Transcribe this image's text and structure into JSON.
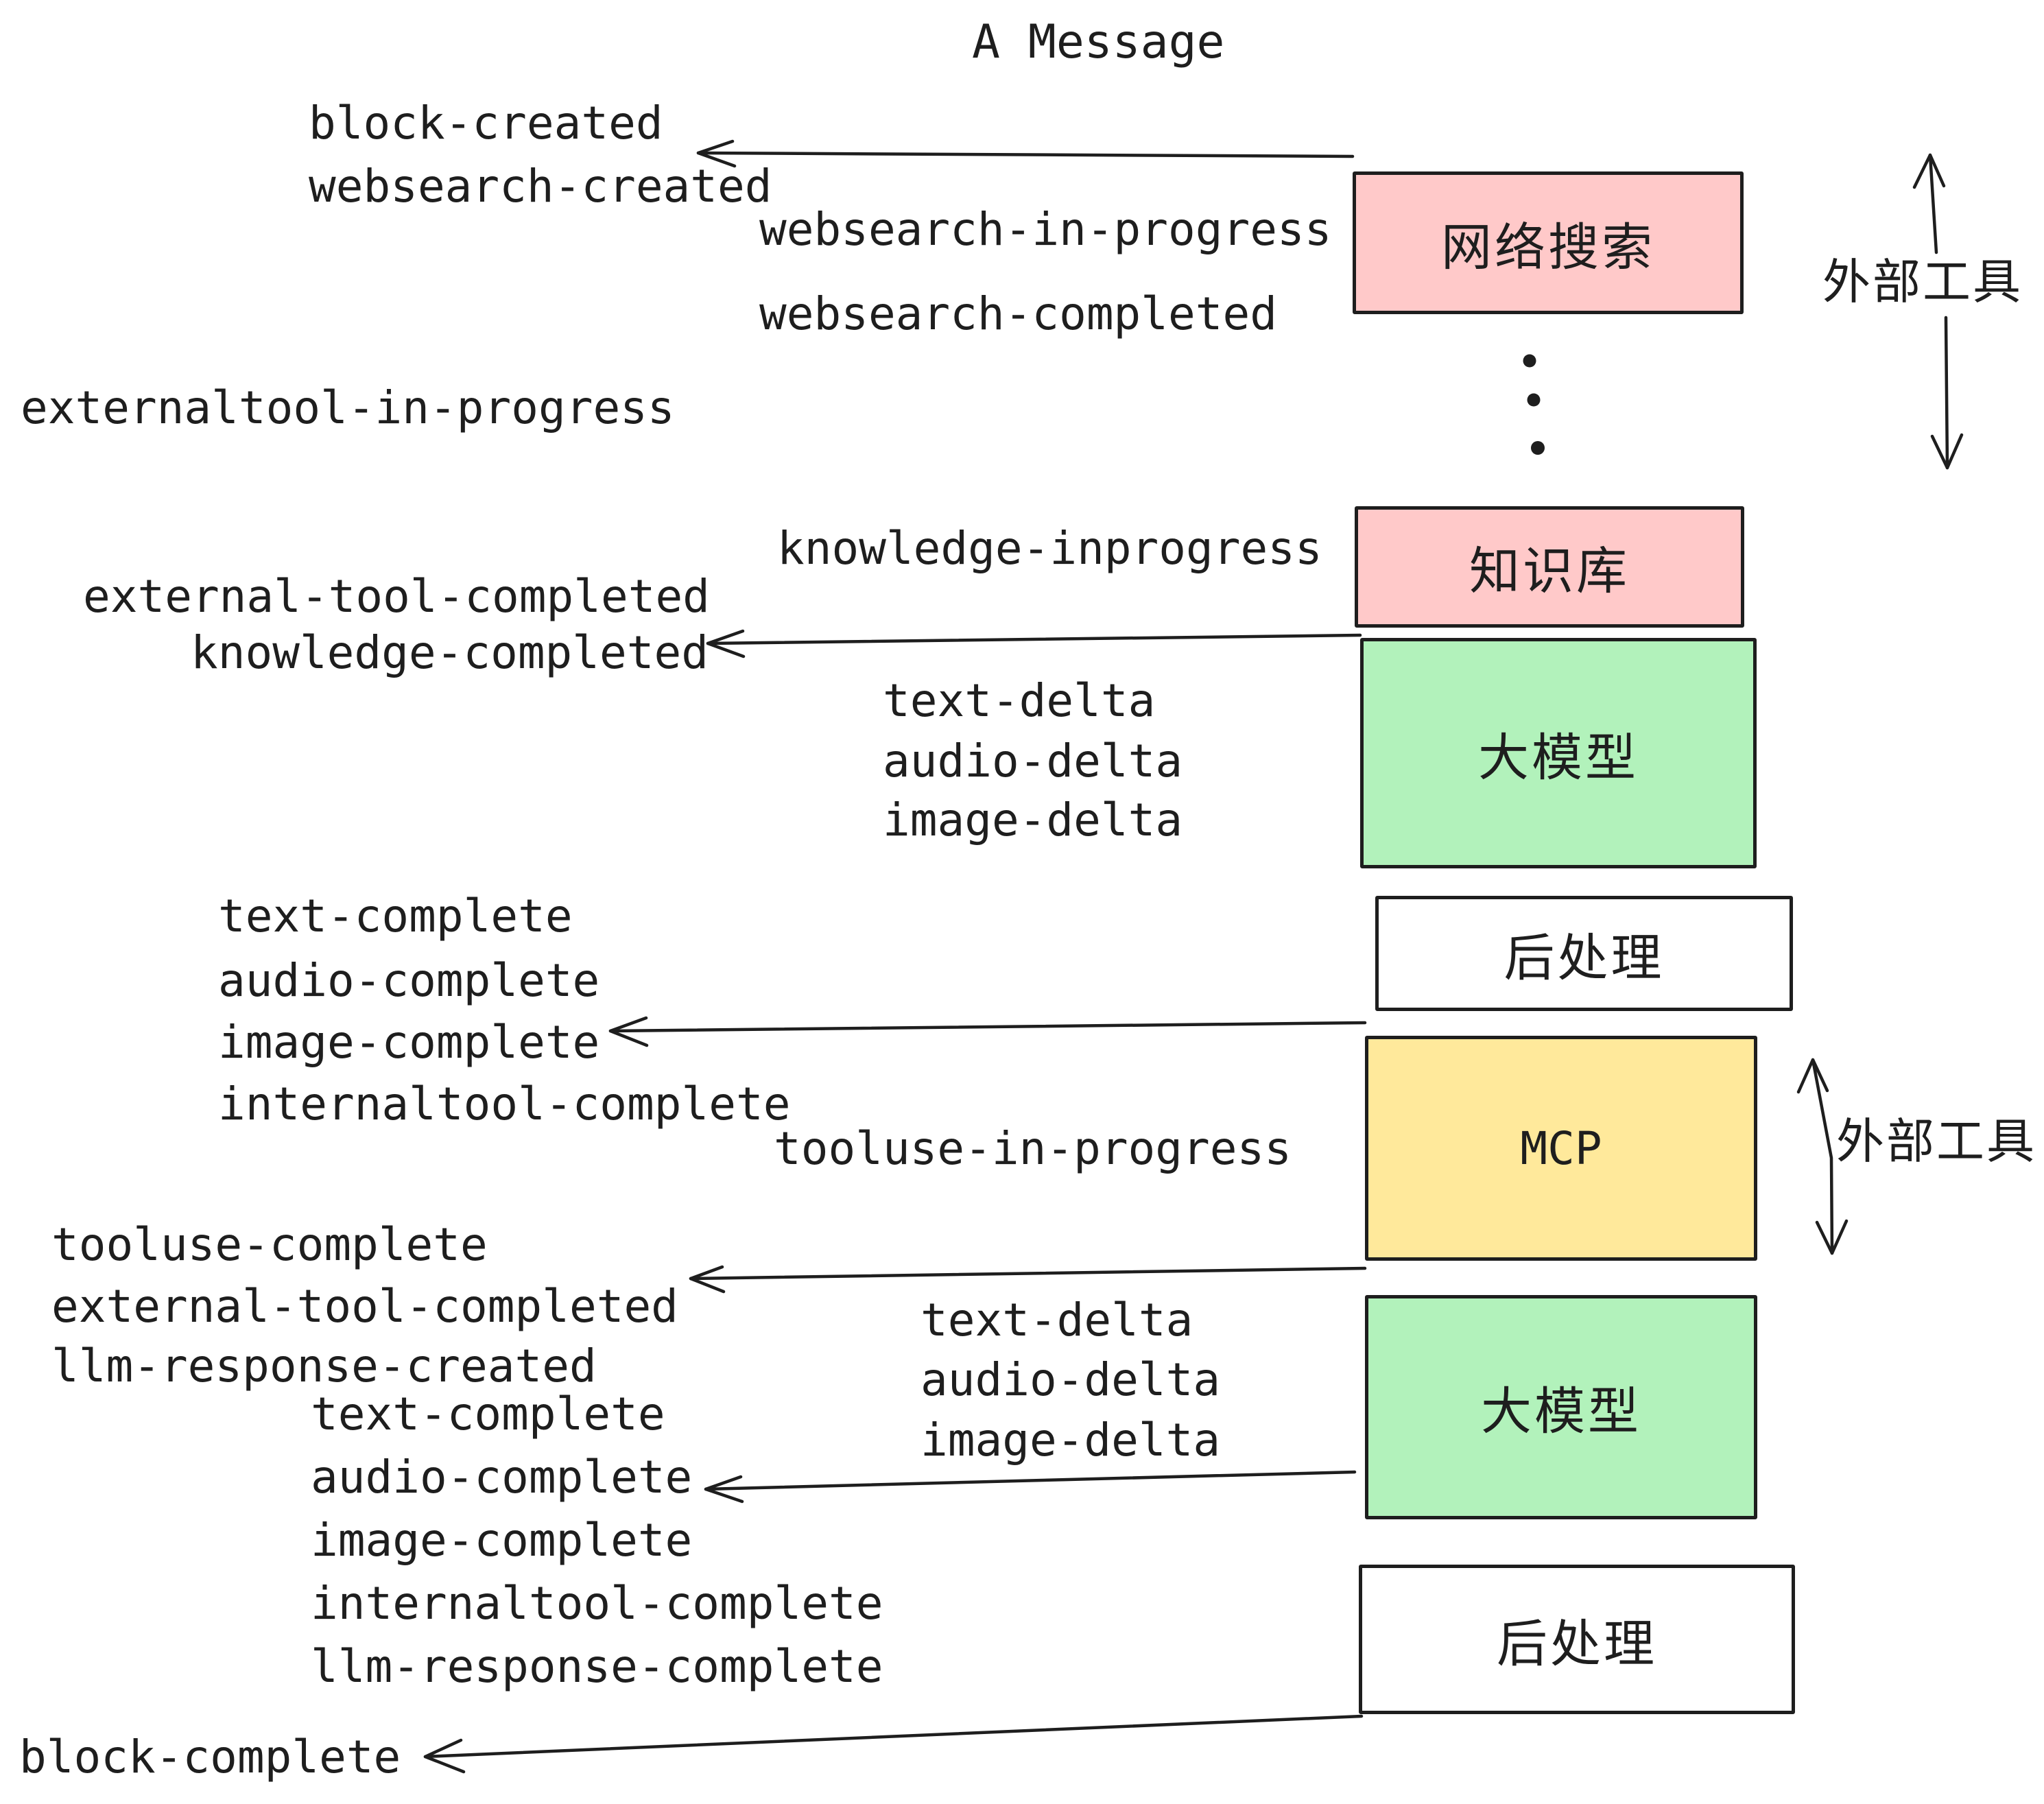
{
  "title": "A Message",
  "events": [
    {
      "id": "block-created",
      "text": "block-created"
    },
    {
      "id": "websearch-created",
      "text": "websearch-created"
    },
    {
      "id": "websearch-in-progress",
      "text": "websearch-in-progress"
    },
    {
      "id": "websearch-completed",
      "text": "websearch-completed"
    },
    {
      "id": "externaltool-in-progress",
      "text": "externaltool-in-progress"
    },
    {
      "id": "knowledge-inprogress",
      "text": "knowledge-inprogress"
    },
    {
      "id": "external-tool-completed-1",
      "text": "external-tool-completed"
    },
    {
      "id": "knowledge-completed",
      "text": "knowledge-completed"
    },
    {
      "id": "text-delta-1",
      "text": "text-delta"
    },
    {
      "id": "audio-delta-1",
      "text": "audio-delta"
    },
    {
      "id": "image-delta-1",
      "text": "image-delta"
    },
    {
      "id": "text-complete-1",
      "text": "text-complete"
    },
    {
      "id": "audio-complete-1",
      "text": "audio-complete"
    },
    {
      "id": "image-complete-1",
      "text": "image-complete"
    },
    {
      "id": "internaltool-complete-1",
      "text": "internaltool-complete"
    },
    {
      "id": "tooluse-in-progress",
      "text": "tooluse-in-progress"
    },
    {
      "id": "tooluse-complete",
      "text": "tooluse-complete"
    },
    {
      "id": "external-tool-completed-2",
      "text": "external-tool-completed"
    },
    {
      "id": "llm-response-created",
      "text": "llm-response-created"
    },
    {
      "id": "text-delta-2",
      "text": "text-delta"
    },
    {
      "id": "audio-delta-2",
      "text": "audio-delta"
    },
    {
      "id": "image-delta-2",
      "text": "image-delta"
    },
    {
      "id": "text-complete-2",
      "text": "text-complete"
    },
    {
      "id": "audio-complete-2",
      "text": "audio-complete"
    },
    {
      "id": "image-complete-2",
      "text": "image-complete"
    },
    {
      "id": "internaltool-complete-2",
      "text": "internaltool-complete"
    },
    {
      "id": "llm-response-complete",
      "text": "llm-response-complete"
    },
    {
      "id": "block-complete",
      "text": "block-complete"
    }
  ],
  "boxes": [
    {
      "id": "websearch",
      "label": "网络搜索",
      "fill": "pink"
    },
    {
      "id": "knowledge",
      "label": "知识库",
      "fill": "pink"
    },
    {
      "id": "llm-1",
      "label": "大模型",
      "fill": "green"
    },
    {
      "id": "post-1",
      "label": "后处理",
      "fill": "white"
    },
    {
      "id": "mcp",
      "label": "MCP",
      "fill": "yellow"
    },
    {
      "id": "llm-2",
      "label": "大模型",
      "fill": "green"
    },
    {
      "id": "post-2",
      "label": "后处理",
      "fill": "white"
    }
  ],
  "side_labels": [
    {
      "text": "外部工具"
    },
    {
      "text": "外部工具"
    }
  ],
  "colors": {
    "pink": "#ffc9c9",
    "green": "#b2f2bb",
    "yellow": "#ffe99b",
    "white": "#ffffff",
    "stroke": "#1e1e1e"
  }
}
